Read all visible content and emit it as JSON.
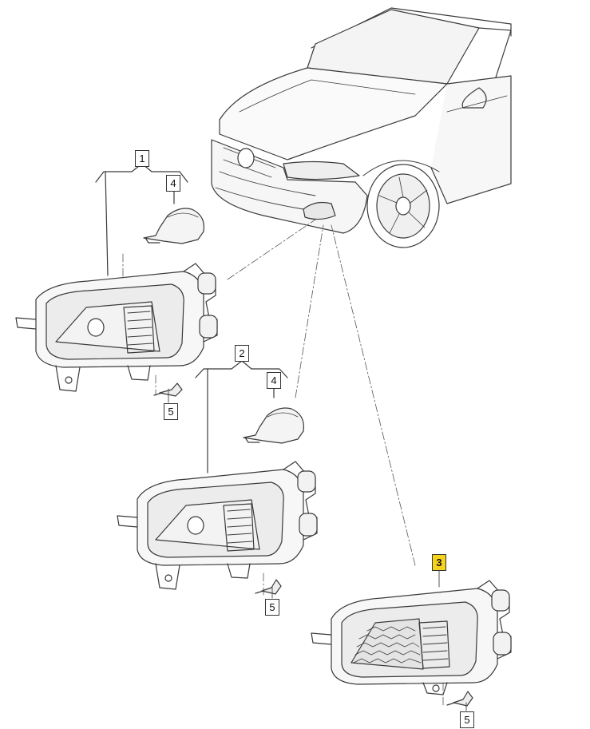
{
  "diagram": {
    "callouts": [
      {
        "id": "c1",
        "text": "1"
      },
      {
        "id": "c4a",
        "text": "4"
      },
      {
        "id": "c5a",
        "text": "5"
      },
      {
        "id": "c2",
        "text": "2"
      },
      {
        "id": "c4b",
        "text": "4"
      },
      {
        "id": "c5b",
        "text": "5"
      },
      {
        "id": "c3",
        "text": "3",
        "highlighted": true
      },
      {
        "id": "c5c",
        "text": "5"
      }
    ],
    "highlight_color": "#f5d21c"
  }
}
